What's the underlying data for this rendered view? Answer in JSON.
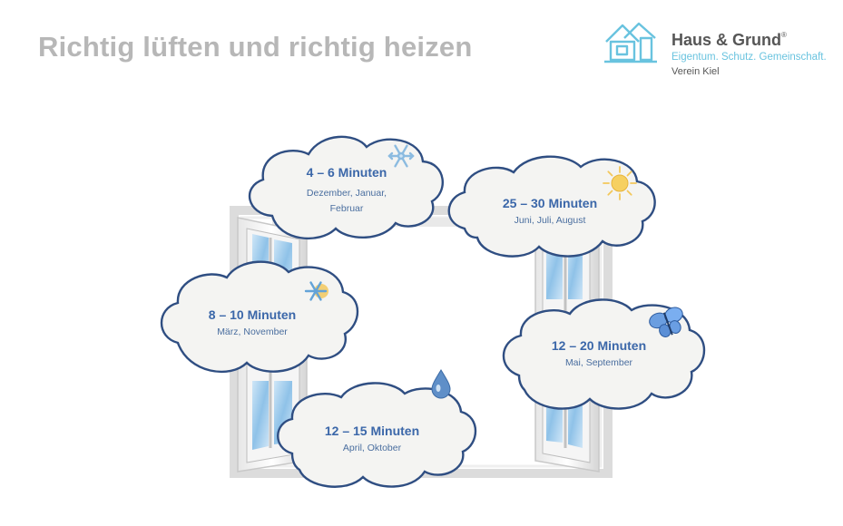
{
  "title": "Richtig lüften und richtig heizen",
  "logo": {
    "name": "Haus & Grund",
    "registered": "®",
    "tagline": "Eigentum. Schutz. Gemeinschaft.",
    "subtitle": "Verein Kiel",
    "brand_color": "#69c3df",
    "icon": "house-icon"
  },
  "clouds": [
    {
      "id": "winter",
      "duration": "4 – 6 Minuten",
      "months_line1": "Dezember, Januar,",
      "months_line2": "Februar",
      "icon": "snowflake-icon"
    },
    {
      "id": "summer",
      "duration": "25 – 30 Minuten",
      "months_line1": "Juni, Juli, August",
      "months_line2": "",
      "icon": "sun-icon"
    },
    {
      "id": "transition-cold",
      "duration": "8 – 10 Minuten",
      "months_line1": "März, November",
      "months_line2": "",
      "icon": "snowflake-sun-icon"
    },
    {
      "id": "spring-autumn",
      "duration": "12 – 20 Minuten",
      "months_line1": "Mai, September",
      "months_line2": "",
      "icon": "butterfly-icon"
    },
    {
      "id": "rain",
      "duration": "12 – 15 Minuten",
      "months_line1": "April, Oktober",
      "months_line2": "",
      "icon": "raindrop-icon"
    }
  ],
  "colors": {
    "title": "#b7b7b7",
    "cloud_text": "#3b67a9",
    "cloud_fill": "#f4f4f2",
    "cloud_outline": "#2f4e82",
    "glass": "#a9d2ee"
  }
}
